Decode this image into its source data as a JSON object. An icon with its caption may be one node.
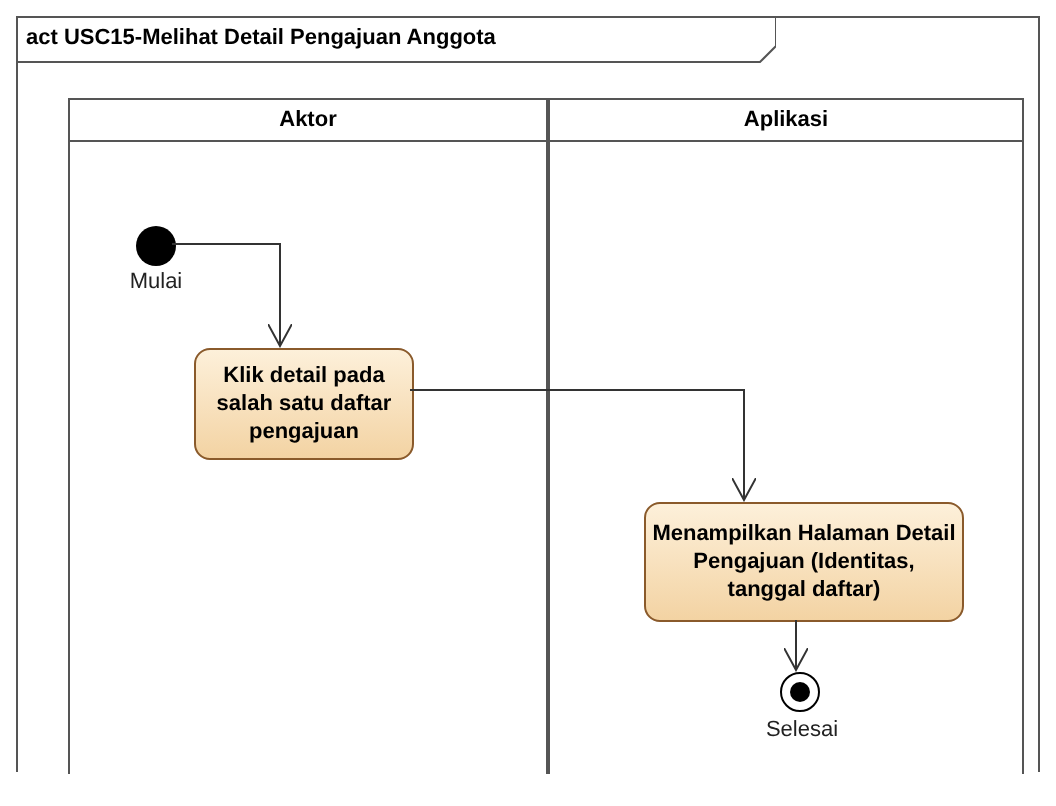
{
  "diagram": {
    "nodes": [
      {
        "text": [
          "act USC15-Melihat Detail Pengajuan Anggota"
        ]
      },
      {
        "text": [
          "Aktor"
        ],
        "in": 0
      },
      {
        "text": [
          "Aplikasi"
        ],
        "in": 0
      },
      {
        "text": [],
        "shape": "circle",
        "beside": [
          "Mulai"
        ],
        "in": 1
      },
      {
        "text": [
          "Klik detail pada salah satu daftar pengajuan"
        ],
        "in": 1
      },
      {
        "text": [
          "Menampilkan Halaman Detail Pengajuan (Identitas, tanggal daftar)"
        ],
        "in": 2
      },
      {
        "text": [],
        "shape": "circle",
        "beside": [
          "Selesai"
        ],
        "in": 2
      }
    ],
    "edges": [
      {
        "from": 3,
        "to": 4,
        "arrow": "to"
      },
      {
        "from": 4,
        "to": 5,
        "arrow": "to"
      },
      {
        "from": 5,
        "to": 6,
        "arrow": "to"
      }
    ]
  }
}
